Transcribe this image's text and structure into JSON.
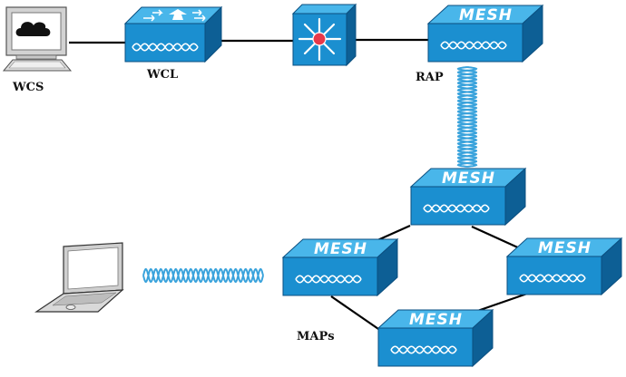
{
  "labels": {
    "wcs": "WCS",
    "wcl": "WCL",
    "rap": "RAP",
    "maps": "MAPs"
  },
  "device_text": {
    "mesh": "MESH"
  },
  "colors": {
    "device_front": "#1b8fd0",
    "device_top": "#49b6ea",
    "device_side": "#0d5f95",
    "wireless_link": "#3aa3dc",
    "wired_link": "#000000",
    "switch_center": "#e8394a"
  },
  "icons": {
    "wcs": "desktop-computer-icon",
    "wcl": "wireless-lan-controller-icon",
    "switch": "multilayer-switch-icon",
    "access_point": "mesh-access-point-icon",
    "client": "laptop-icon"
  }
}
